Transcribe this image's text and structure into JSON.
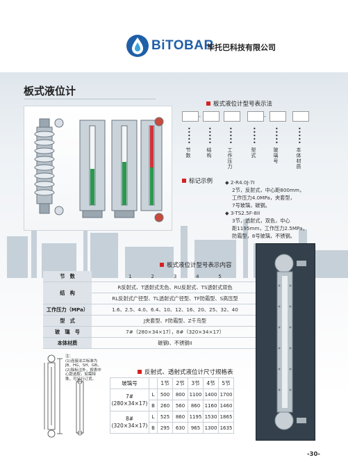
{
  "header": {
    "brand": "BiTOBAR",
    "company": "毕托巴科技有限公司",
    "colors": {
      "brand_blue": "#1f5fa8",
      "accent_red": "#d42222"
    }
  },
  "page_title": "板式液位计",
  "model_code": {
    "heading": "板式液位计型号表示法",
    "fields": [
      "节数",
      "结构",
      "工作压力",
      "型式",
      "玻璃号",
      "本体材质"
    ]
  },
  "example": {
    "heading": "标记示例",
    "items": [
      {
        "code": "2-R4.0J-7I",
        "desc1": "2节，反射式，中心距800mm，",
        "desc2": "工作压力4.0MPa，夹套型，",
        "desc3": "7号玻璃，碳钢。"
      },
      {
        "code": "3-TS2.5F-8II",
        "desc1": "3节，透射式，双色，中心",
        "desc2": "距1195mm，工作压力2.5MPa，",
        "desc3": "防霜型，8号玻璃，不锈钢。"
      }
    ]
  },
  "spec_table": {
    "heading": "板式液位计型号表示内容",
    "sections_label": "节　数",
    "sections": [
      "1",
      "2",
      "3",
      "4",
      "5"
    ],
    "structure_label": "结　构",
    "structure_1": "R反射式、T透射式无色、RU反射式、TS透射式双色",
    "structure_2": "RL反射式广径型、TL透射式广径型、TF防霜型、S高压型",
    "pressure_label": "工作压力（MPa）",
    "pressure": "1.6、2.5、4.0、6.4、10、12、16、20、25、32、40",
    "type_label": "型　式",
    "type": "J夹套型、F防霜型、Z千鸟型",
    "glass_label": "玻　璃　号",
    "glass": "7#（280×34×17），8#（320×34×17）",
    "material_label": "本体材质",
    "material": "碳钢I、不锈钢II"
  },
  "notes": {
    "title": "注：",
    "line1": "(1)连接法兰标准为",
    "line2": "JB、HG、SH、GB。",
    "line3": "(2)除标注外，按表中",
    "line4": "心距选取，如需特",
    "line5": "殊，可另行订货。"
  },
  "size_table": {
    "heading": "反射式、透射式液位计尺寸规格表",
    "header": [
      "玻璃号",
      "",
      "1节",
      "2节",
      "3节",
      "4节",
      "5节"
    ],
    "rows": [
      {
        "glass_a": "7#",
        "glass_b": "(280×34×17)",
        "l": {
          "label": "L",
          "vals": [
            "500",
            "800",
            "1100",
            "1400",
            "1700"
          ]
        },
        "b": {
          "label": "B",
          "vals": [
            "260",
            "560",
            "860",
            "1160",
            "1460"
          ]
        }
      },
      {
        "glass_a": "8#",
        "glass_b": "(320×34×17)",
        "l": {
          "label": "L",
          "vals": [
            "525",
            "860",
            "1195",
            "1530",
            "1865"
          ]
        },
        "b": {
          "label": "B",
          "vals": [
            "295",
            "630",
            "965",
            "1300",
            "1635"
          ]
        }
      }
    ]
  },
  "page_number": "-30-"
}
